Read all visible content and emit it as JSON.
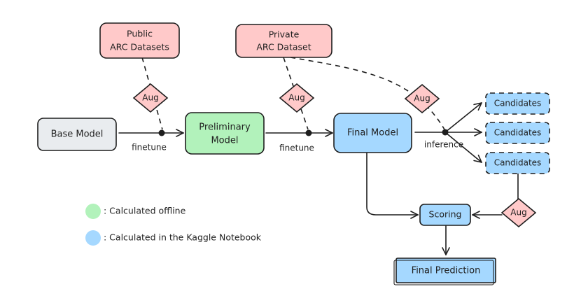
{
  "nodes": {
    "public": {
      "label1": "Public",
      "label2": "ARC Datasets",
      "color": "#ffc9c9"
    },
    "private": {
      "label1": "Private",
      "label2": "ARC Dataset",
      "color": "#ffc9c9"
    },
    "base_model": {
      "label": "Base Model",
      "color": "#e9ecef"
    },
    "preliminary": {
      "label1": "Preliminary",
      "label2": "Model",
      "color": "#b2f2bb"
    },
    "final_model": {
      "label": "Final Model",
      "color": "#a5d8ff"
    },
    "candidates": [
      {
        "label": "Candidates"
      },
      {
        "label": "Candidates"
      },
      {
        "label": "Candidates"
      }
    ],
    "scoring": {
      "label": "Scoring",
      "color": "#a5d8ff"
    },
    "final_prediction": {
      "label": "Final Prediction",
      "color": "#a5d8ff"
    }
  },
  "aug_label": "Aug",
  "aug_color": "#ffc9c9",
  "edge_labels": {
    "finetune_1": "finetune",
    "finetune_2": "finetune",
    "inference": "inference"
  },
  "legend": [
    {
      "color": "#b2f2bb",
      "text": ": Calculated offline"
    },
    {
      "color": "#a5d8ff",
      "text": ": Calculated in the Kaggle Notebook"
    }
  ]
}
